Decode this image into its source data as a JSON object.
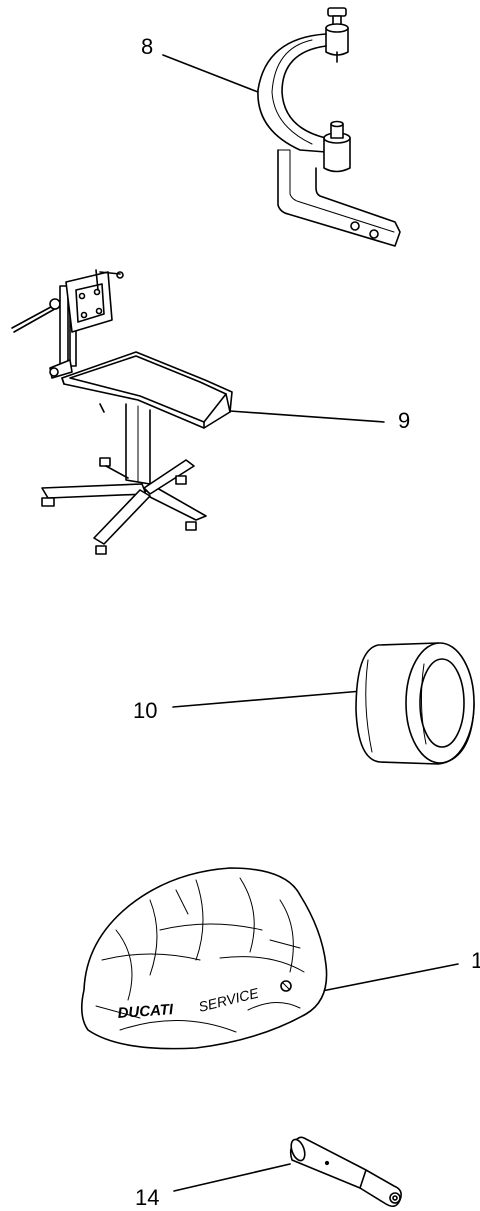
{
  "items": [
    {
      "number": "8",
      "part": "c-clamp-tool"
    },
    {
      "number": "9",
      "part": "engine-stand-with-tray"
    },
    {
      "number": "10",
      "part": "rubber-ring"
    },
    {
      "number": "1",
      "part": "service-cover"
    },
    {
      "number": "14",
      "part": "cylindrical-pin-tool"
    }
  ],
  "cover_brand": "DUCATI",
  "cover_text": "SERVICE",
  "line_color": "#000000"
}
